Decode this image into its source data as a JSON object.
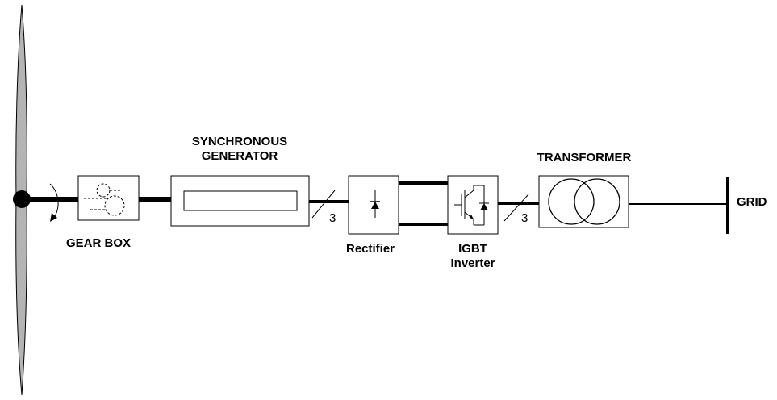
{
  "labels": {
    "gear_box": "GEAR BOX",
    "generator_line1": "SYNCHRONOUS",
    "generator_line2": "GENERATOR",
    "rectifier": "Rectifier",
    "inverter_line1": "IGBT",
    "inverter_line2": "Inverter",
    "transformer": "TRANSFORMER",
    "grid": "GRID"
  },
  "phase_marks": {
    "generator_output": "3",
    "inverter_output": "3"
  },
  "colors": {
    "blade_fill": "#b4b4b4",
    "line": "#000000",
    "background": "#ffffff"
  },
  "icons": {
    "turbine": "turbine-blade-icon",
    "hub": "rotor-hub-icon",
    "rotation": "rotation-arrow-icon",
    "gears": "gear-pair-icon",
    "diode": "diode-icon",
    "igbt": "igbt-switch-icon",
    "transformer": "transformer-coils-icon"
  }
}
